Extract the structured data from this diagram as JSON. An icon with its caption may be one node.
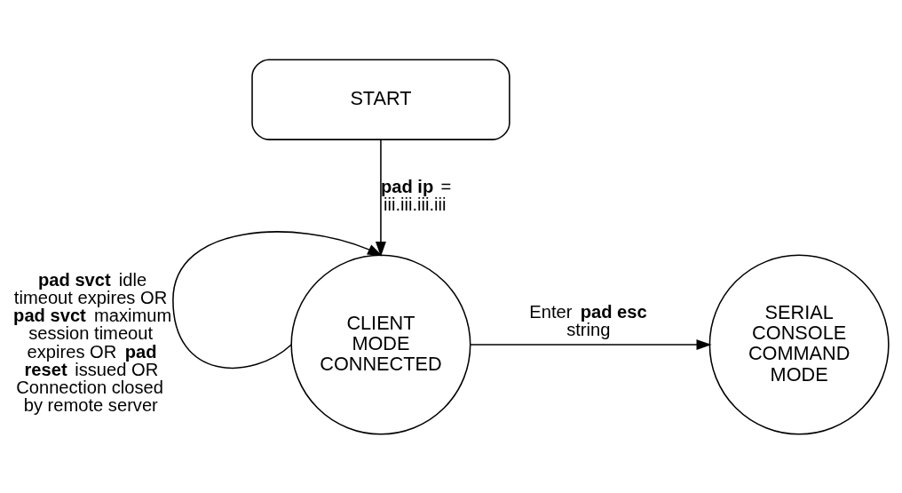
{
  "diagram": {
    "nodes": [
      {
        "text": [
          "START"
        ]
      },
      {
        "text": [
          "CLIENT MODE CONNECTED"
        ]
      },
      {
        "text": [
          "SERIAL CONSOLE COMMAND MODE"
        ]
      }
    ],
    "edges": [
      {
        "from": 0,
        "to": 1,
        "arrow": "to",
        "label": "**pad ip** = iii.iii.iii.iii"
      },
      {
        "from": 1,
        "to": 1,
        "arrow": "to",
        "label": "**pad svct** idle timeout expires OR **pad svct** maximum session timeout expires OR **pad reset** issued OR Connection closed by remote server"
      },
      {
        "from": 1,
        "to": 2,
        "arrow": "to",
        "label": "Enter **pad esc** string"
      }
    ]
  }
}
